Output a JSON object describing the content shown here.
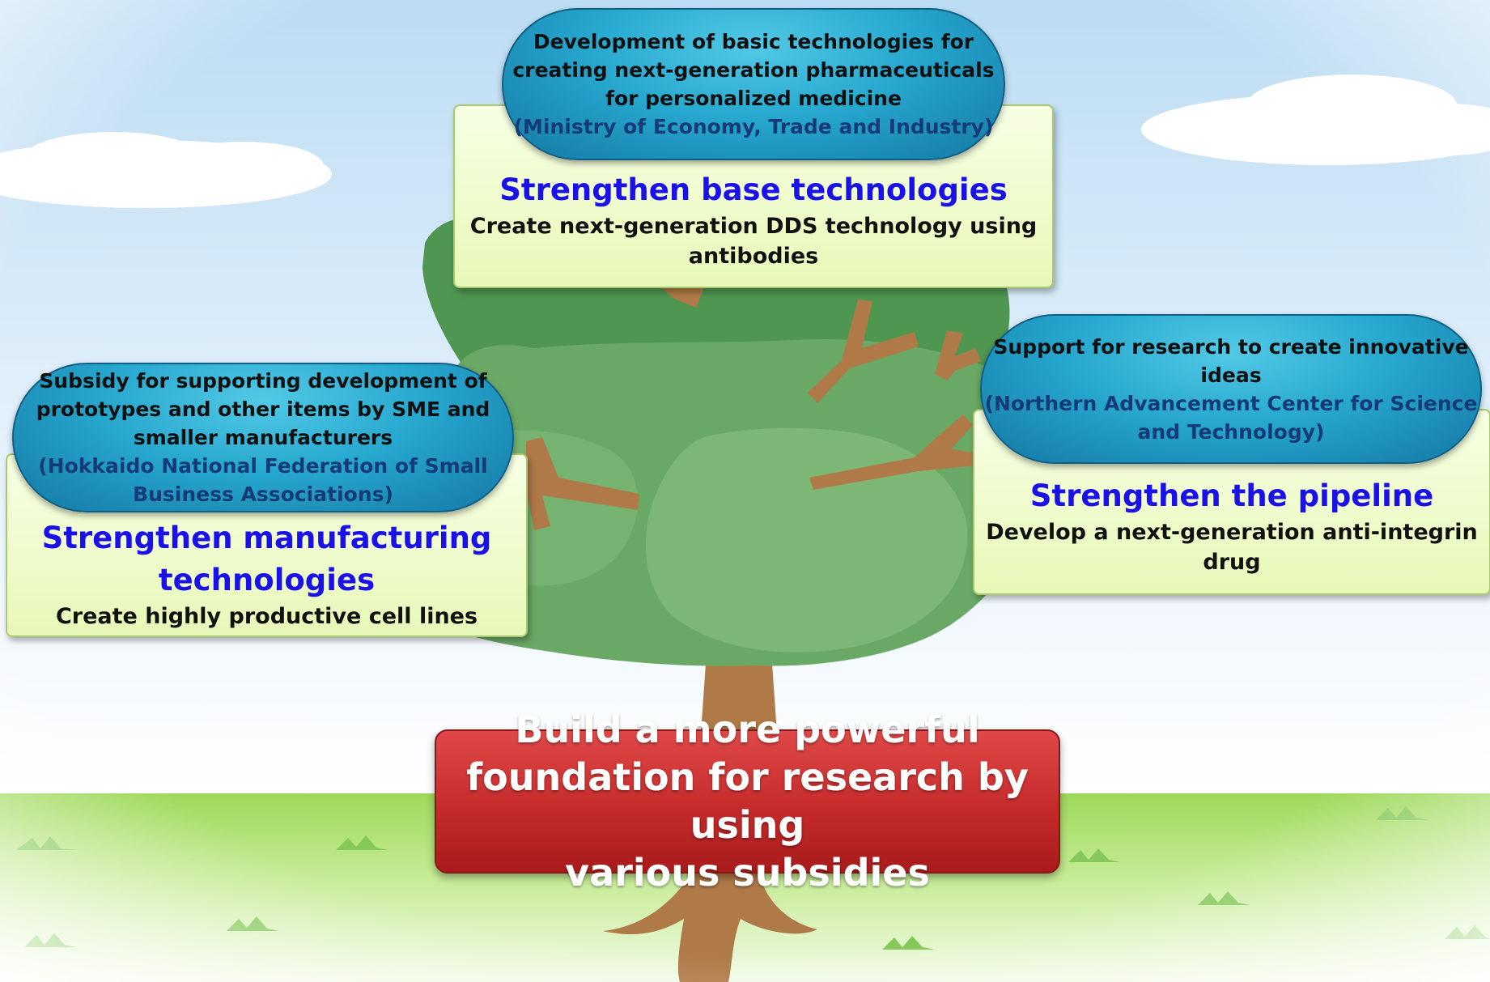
{
  "top": {
    "pill_lines": [
      "Development of basic technologies for",
      "creating next-generation pharmaceuticals",
      "for personalized medicine"
    ],
    "agency": "(Ministry of Economy, Trade and Industry)",
    "heading": "Strengthen base technologies",
    "desc_lines": [
      "Create next-generation DDS technology using",
      "antibodies"
    ]
  },
  "left": {
    "pill_lines": [
      "Subsidy for supporting development of",
      "prototypes and other items by SME and",
      "smaller manufacturers"
    ],
    "agency_lines": [
      "(Hokkaido National Federation of Small",
      "Business Associations)"
    ],
    "heading_lines": [
      "Strengthen manufacturing",
      "technologies"
    ],
    "desc": "Create highly productive cell lines"
  },
  "right": {
    "pill_lines": [
      "Support for research to create innovative",
      "ideas"
    ],
    "agency_lines": [
      "(Northern Advancement Center for Science",
      "and Technology)"
    ],
    "heading": "Strengthen the pipeline",
    "desc": "Develop a next-generation anti-integrin drug"
  },
  "goal": {
    "lines": [
      "Build a more powerful",
      "foundation for research by using",
      "various subsidies"
    ]
  },
  "colors": {
    "pill": "#27a8cf",
    "agency_text": "#143a78",
    "heading_text": "#1a10e8",
    "panel": "#eefad0",
    "goal": "#c52b2b",
    "foliage": "#6aa865",
    "trunk": "#b07a48",
    "grass": "#a6dd64"
  }
}
